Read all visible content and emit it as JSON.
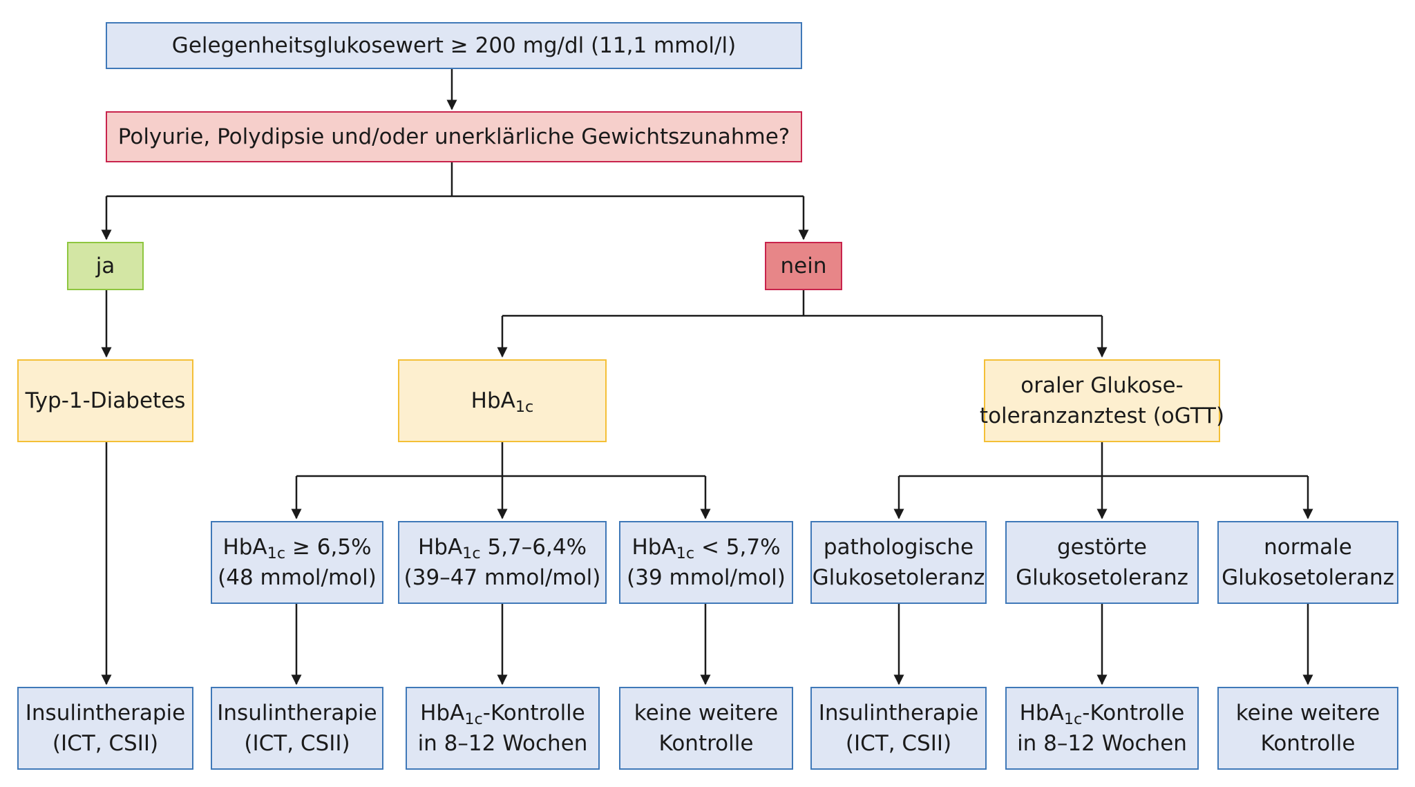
{
  "diagram": {
    "start": "Gelegenheitsglukosewert ≥ 200 mg/dl (11,1 mmol/l)",
    "question": "Polyurie, Polydipsie und/oder unerklärliche Gewichtszunahme?",
    "yes_label": "ja",
    "no_label": "nein",
    "type1": "Typ-1-Diabetes",
    "hba1c_test": {
      "main": "HbA",
      "sub": "1c"
    },
    "ogtt": {
      "line1": "oraler Glukose-",
      "line2": "toleranzanztest (oGTT)"
    },
    "hba1c_high": {
      "pre": "HbA",
      "sub": "1c",
      "post": " ≥ 6,5%",
      "line2": "(48 mmol/mol)"
    },
    "hba1c_mid": {
      "pre": "HbA",
      "sub": "1c",
      "post": " 5,7–6,4%",
      "line2": "(39–47 mmol/mol)"
    },
    "hba1c_low": {
      "pre": "HbA",
      "sub": "1c",
      "post": " < 5,7%",
      "line2": "(39 mmol/mol)"
    },
    "ogtt_path": {
      "line1": "pathologische",
      "line2": "Glukosetoleranz"
    },
    "ogtt_impaired": {
      "line1": "gestörte",
      "line2": "Glukosetoleranz"
    },
    "ogtt_normal": {
      "line1": "normale",
      "line2": "Glukosetoleranz"
    },
    "result_insulin_1": {
      "line1": "Insulintherapie",
      "line2": "(ICT, CSII)"
    },
    "result_insulin_2": {
      "line1": "Insulintherapie",
      "line2": "(ICT, CSII)"
    },
    "result_control_1": {
      "pre": "HbA",
      "sub": "1c",
      "post": "-Kontrolle",
      "line2": "in 8–12 Wochen"
    },
    "result_none_1": {
      "line1": "keine weitere",
      "line2": "Kontrolle"
    },
    "result_insulin_3": {
      "line1": "Insulintherapie",
      "line2": "(ICT, CSII)"
    },
    "result_control_2": {
      "pre": "HbA",
      "sub": "1c",
      "post": "-Kontrolle",
      "line2": "in 8–12 Wochen"
    },
    "result_none_2": {
      "line1": "keine weitere",
      "line2": "Kontrolle"
    }
  },
  "colors": {
    "blue_fill": "#dfe6f4",
    "blue_border": "#3f78b8",
    "pink_fill": "#f6cfcb",
    "pink_border": "#c8234c",
    "green_fill": "#d3e6a4",
    "green_border": "#8ec63f",
    "red_fill": "#e78688",
    "yellow_fill": "#fdefcf",
    "yellow_border": "#f4bf36",
    "line": "#1a1a1a"
  }
}
